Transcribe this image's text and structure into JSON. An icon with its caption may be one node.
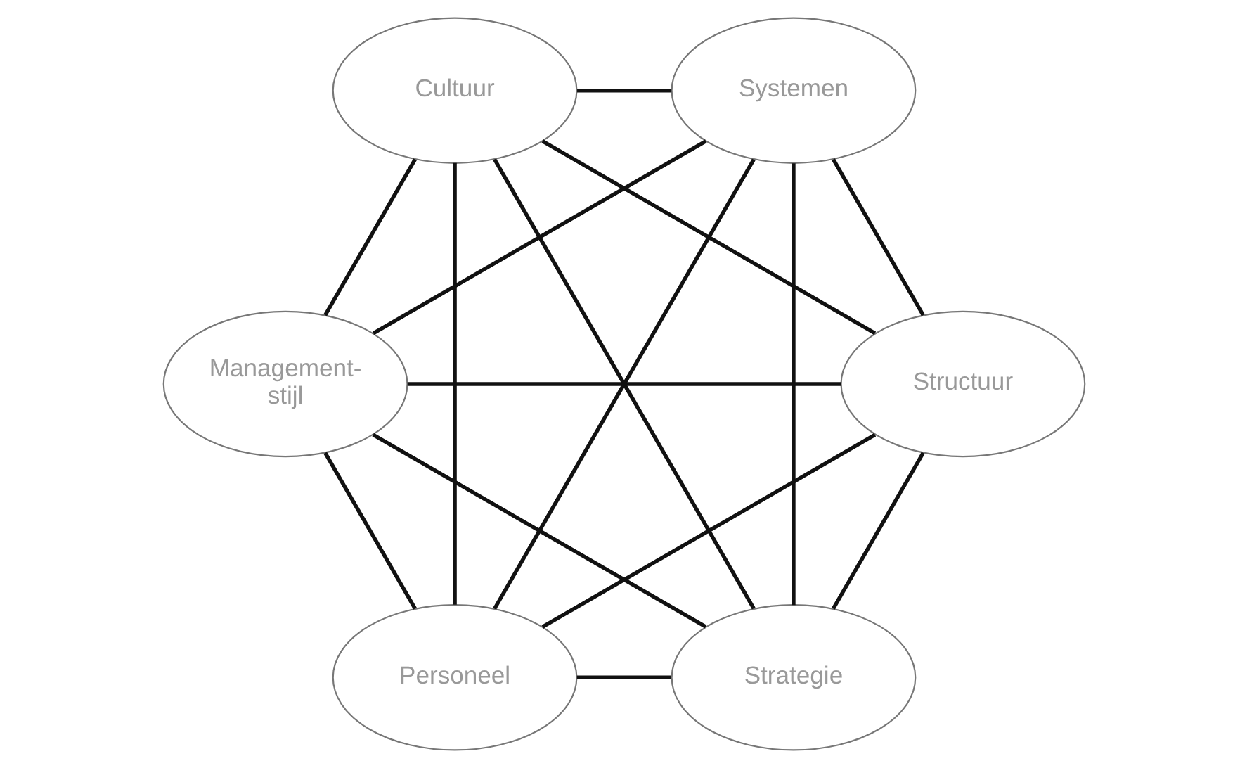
{
  "diagram": {
    "nodes": [
      {
        "text": [
          "Strategie"
        ]
      },
      {
        "text": [
          "Structuur"
        ]
      },
      {
        "text": [
          "Management- stijl"
        ]
      },
      {
        "text": [
          "Cultuur"
        ]
      },
      {
        "text": [
          "Systemen"
        ]
      },
      {
        "text": [
          "Personeel"
        ]
      }
    ],
    "edges": [
      {
        "from": 0,
        "to": 1,
        "arrow": "none"
      },
      {
        "from": 0,
        "to": 2,
        "arrow": "none"
      },
      {
        "from": 0,
        "to": 3,
        "arrow": "none"
      },
      {
        "from": 0,
        "to": 4,
        "arrow": "none"
      },
      {
        "from": 0,
        "to": 5,
        "arrow": "none"
      },
      {
        "from": 1,
        "to": 2,
        "arrow": "none"
      },
      {
        "from": 1,
        "to": 3,
        "arrow": "none"
      },
      {
        "from": 1,
        "to": 4,
        "arrow": "none"
      },
      {
        "from": 1,
        "to": 5,
        "arrow": "none"
      },
      {
        "from": 2,
        "to": 3,
        "arrow": "none"
      },
      {
        "from": 2,
        "to": 4,
        "arrow": "none"
      },
      {
        "from": 2,
        "to": 5,
        "arrow": "none"
      },
      {
        "from": 3,
        "to": 4,
        "arrow": "none"
      },
      {
        "from": 3,
        "to": 5,
        "arrow": "none"
      },
      {
        "from": 4,
        "to": 5,
        "arrow": "none"
      }
    ]
  }
}
